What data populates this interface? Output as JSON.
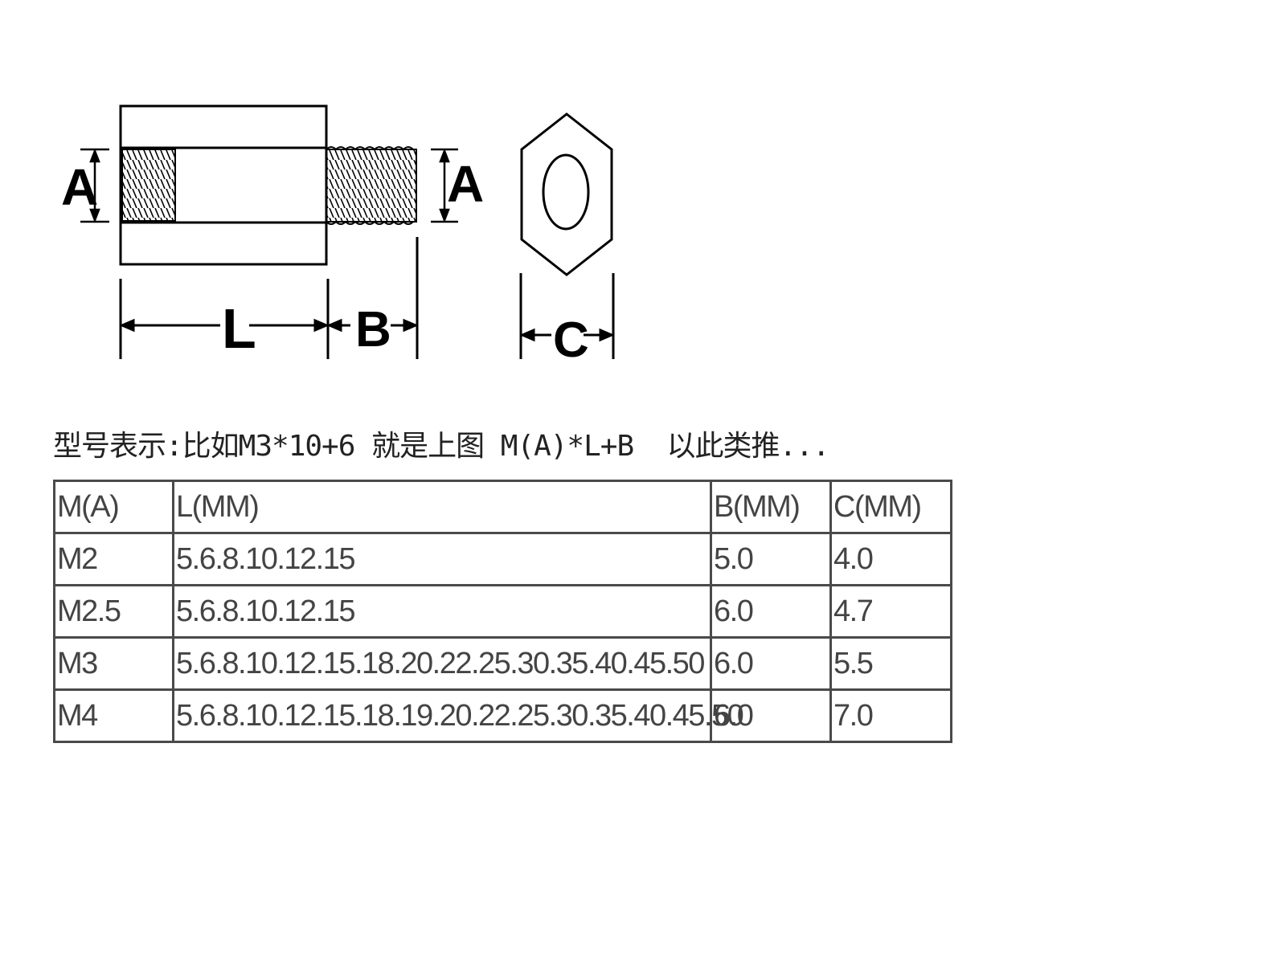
{
  "diagram": {
    "labels": {
      "a_left": "A",
      "a_right": "A",
      "length": "L",
      "thread": "B",
      "hex": "C"
    }
  },
  "caption": "型号表示:比如M3*10+6 就是上图 M(A)*L+B  以此类推...",
  "table": {
    "headers": [
      "M(A)",
      "L(MM)",
      "B(MM)",
      "C(MM)"
    ],
    "rows": [
      [
        "M2",
        "5.6.8.10.12.15",
        "5.0",
        "4.0"
      ],
      [
        "M2.5",
        "5.6.8.10.12.15",
        "6.0",
        "4.7"
      ],
      [
        "M3",
        "5.6.8.10.12.15.18.20.22.25.30.35.40.45.50",
        "6.0",
        "5.5"
      ],
      [
        "M4",
        "5.6.8.10.12.15.18.19.20.22.25.30.35.40.45.50",
        "6.0",
        "7.0"
      ]
    ]
  }
}
